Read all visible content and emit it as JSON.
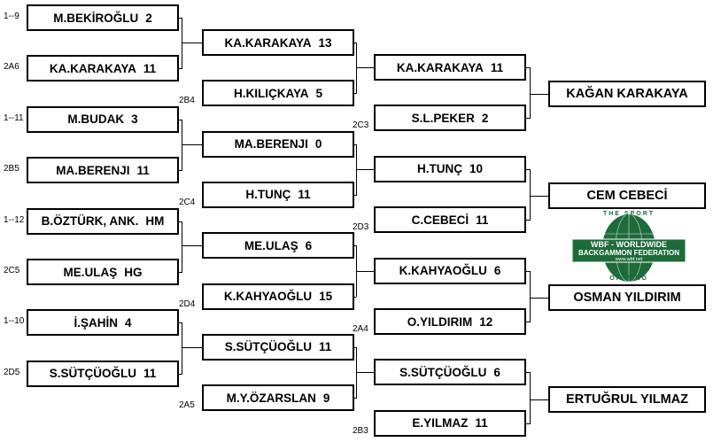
{
  "round1": [
    {
      "seed": "1--9",
      "name": "M.BEKİROĞLU",
      "score": "2"
    },
    {
      "seed": "2A6",
      "name": "KA.KARAKAYA",
      "score": "11"
    },
    {
      "seed": "1--11",
      "name": "M.BUDAK",
      "score": "3"
    },
    {
      "seed": "2B5",
      "name": "MA.BERENJI",
      "score": "11"
    },
    {
      "seed": "1--12",
      "name": "B.ÖZTÜRK, ANK.",
      "score": "HM"
    },
    {
      "seed": "2C5",
      "name": "ME.ULAŞ",
      "score": "HG"
    },
    {
      "seed": "1--10",
      "name": "İ.ŞAHİN",
      "score": "4"
    },
    {
      "seed": "2D5",
      "name": "S.SÜTÇÜOĞLU",
      "score": "11"
    }
  ],
  "round2": [
    {
      "seed": "",
      "name": "KA.KARAKAYA",
      "score": "13"
    },
    {
      "seed": "2B4",
      "name": "H.KILIÇKAYA",
      "score": "5"
    },
    {
      "seed": "",
      "name": "MA.BERENJI",
      "score": "0"
    },
    {
      "seed": "2C4",
      "name": "H.TUNÇ",
      "score": "11"
    },
    {
      "seed": "",
      "name": "ME.ULAŞ",
      "score": "6"
    },
    {
      "seed": "2D4",
      "name": "K.KAHYAOĞLU",
      "score": "15"
    },
    {
      "seed": "",
      "name": "S.SÜTÇÜOĞLU",
      "score": "11"
    },
    {
      "seed": "2A5",
      "name": "M.Y.ÖZARSLAN",
      "score": "9"
    }
  ],
  "round3": [
    {
      "seed": "",
      "name": "KA.KARAKAYA",
      "score": "11"
    },
    {
      "seed": "2C3",
      "name": "S.L.PEKER",
      "score": "2"
    },
    {
      "seed": "",
      "name": "H.TUNÇ",
      "score": "10"
    },
    {
      "seed": "2D3",
      "name": "C.CEBECİ",
      "score": "11"
    },
    {
      "seed": "",
      "name": "K.KAHYAOĞLU",
      "score": "6"
    },
    {
      "seed": "2A4",
      "name": "O.YILDIRIM",
      "score": "12"
    },
    {
      "seed": "",
      "name": "S.SÜTÇÜOĞLU",
      "score": "6"
    },
    {
      "seed": "2B3",
      "name": "E.YILMAZ",
      "score": "11"
    }
  ],
  "winners": [
    {
      "name": "KAĞAN KARAKAYA"
    },
    {
      "name": "CEM CEBECİ"
    },
    {
      "name": "OSMAN YILDIRIM"
    },
    {
      "name": "ERTUĞRUL YILMAZ"
    }
  ],
  "logo": {
    "arc_top": "THE SPORT",
    "line1": "WBF - WORLDWIDE",
    "line2": "BACKGAMMON FEDERATION",
    "url": "www.wbf.net",
    "arc_bottom": "OF MIND",
    "color": "#1e6b3a"
  }
}
